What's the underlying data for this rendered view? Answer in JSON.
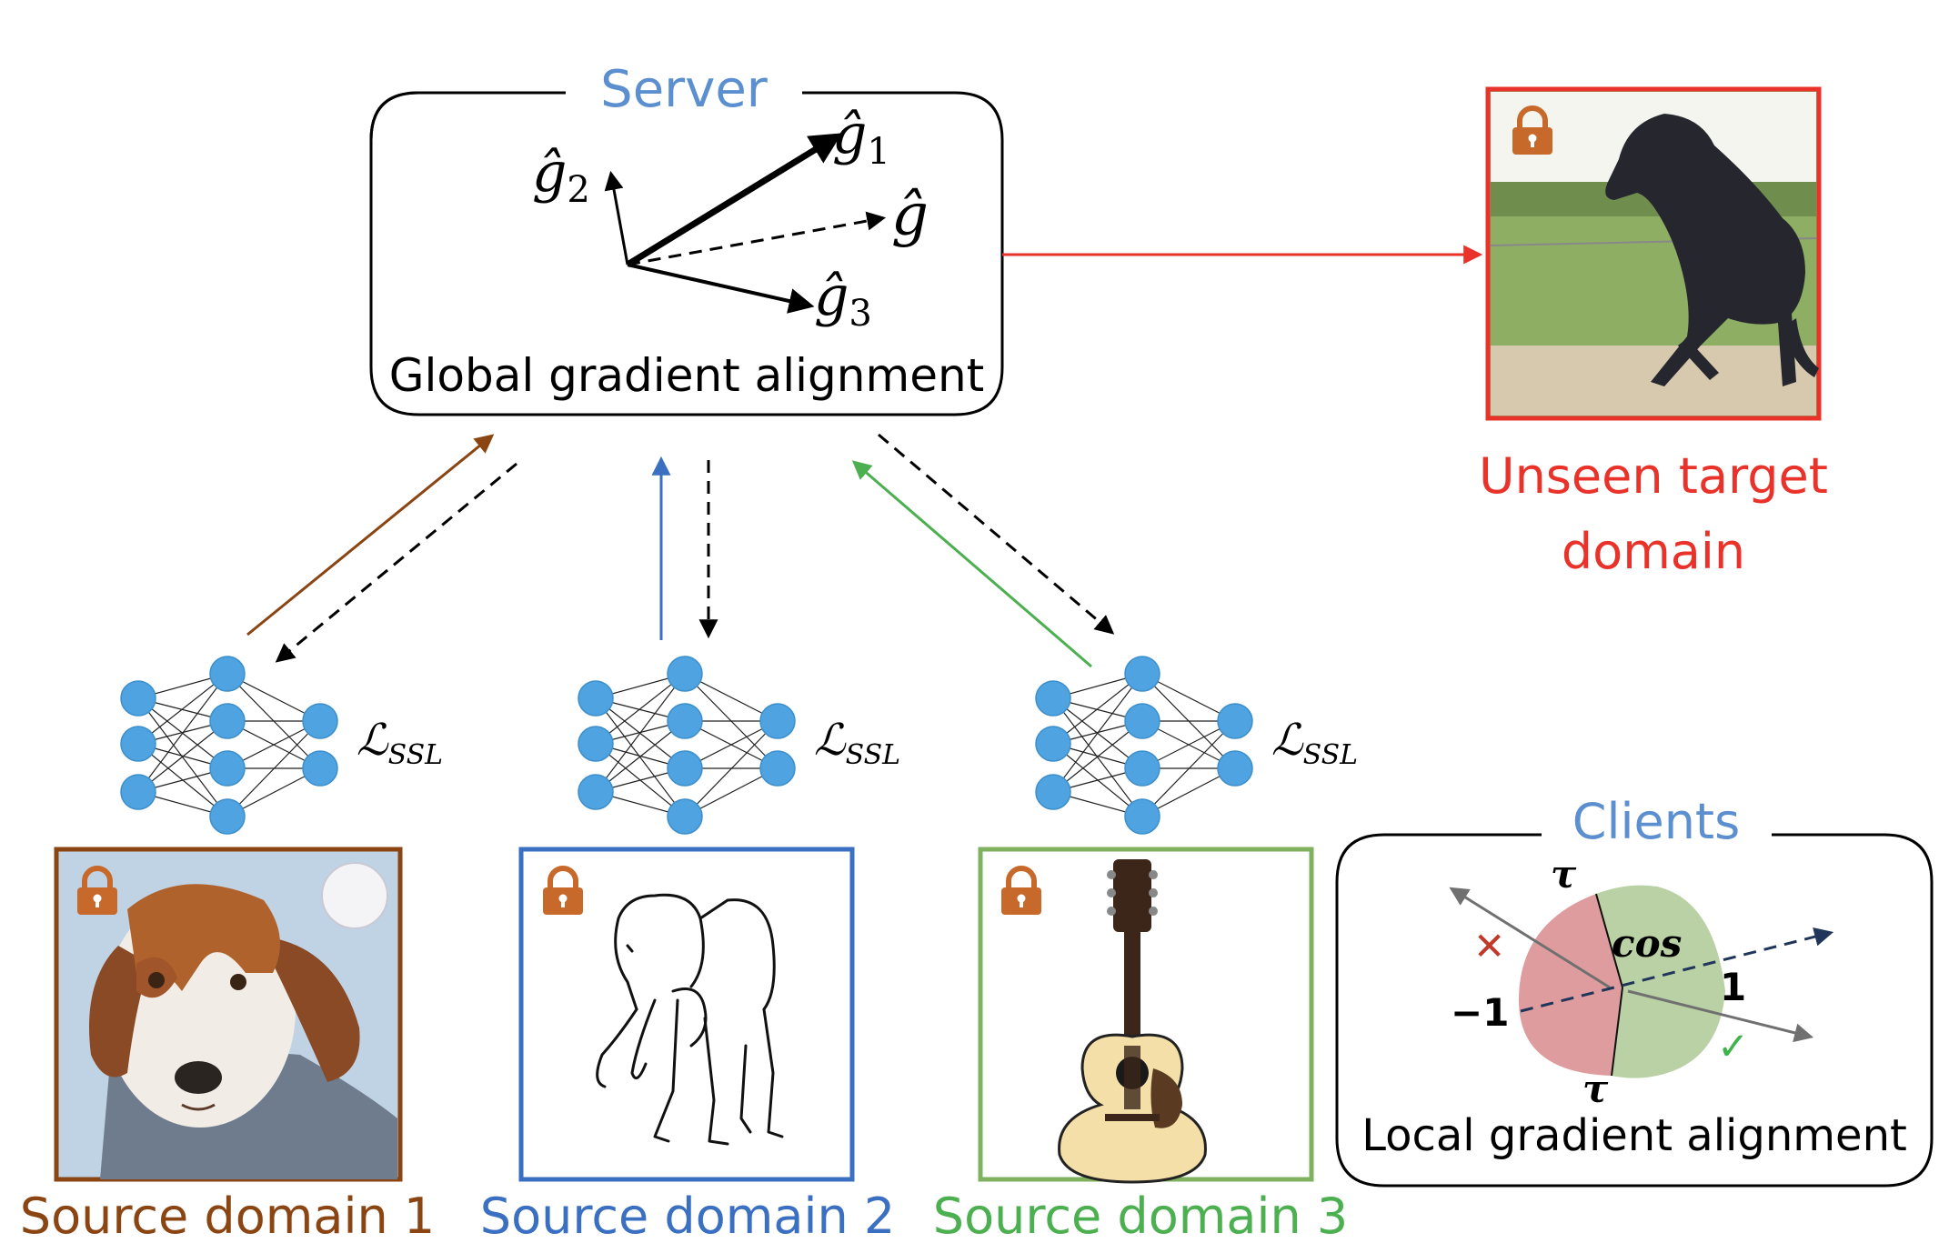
{
  "colors": {
    "brown": "#8B4513",
    "blue": "#3A6FC1",
    "green": "#4CAF50",
    "red": "#E8322A",
    "server_label": "#5B8FD0",
    "lock": "#C8692C",
    "node": "#4FA3E0",
    "pink": "#D98B8D",
    "sage": "#A9C48E",
    "dark_navy": "#1F3559"
  },
  "server": {
    "label": "Server",
    "vectors": {
      "g1": "ĝ",
      "g1_sub": "1",
      "g2": "ĝ",
      "g2_sub": "2",
      "g3": "ĝ",
      "g3_sub": "3",
      "g": "ĝ"
    },
    "caption": "Global gradient alignment"
  },
  "target": {
    "label_line1": "Unseen target",
    "label_line2": "domain",
    "image_icon": "horse-photo"
  },
  "clients": {
    "label": "Clients",
    "caption": "Local gradient alignment",
    "tau_top": "τ",
    "tau_bottom": "τ",
    "cos": "cos",
    "plus_one": "1",
    "minus_one": "−1",
    "reject_mark": "✕",
    "accept_mark": "✓"
  },
  "networks": [
    {
      "loss": "ℒ",
      "loss_sub": "SSL"
    },
    {
      "loss": "ℒ",
      "loss_sub": "SSL"
    },
    {
      "loss": "ℒ",
      "loss_sub": "SSL"
    }
  ],
  "sources": [
    {
      "label": "Source domain 1",
      "image_icon": "dog-painting",
      "color": "#8B4513"
    },
    {
      "label": "Source domain 2",
      "image_icon": "elephant-sketch",
      "color": "#3A6FC1"
    },
    {
      "label": "Source domain 3",
      "image_icon": "guitar-cartoon",
      "color": "#6FAA4F"
    }
  ]
}
